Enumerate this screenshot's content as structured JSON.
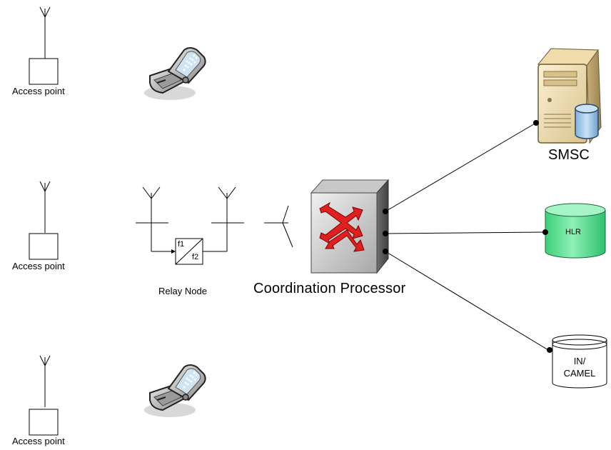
{
  "access_points": [
    {
      "label": "Access point"
    },
    {
      "label": "Access point"
    },
    {
      "label": "Access point"
    }
  ],
  "relay_node": {
    "label": "Relay Node",
    "filter_in": "f1",
    "filter_out": "f2"
  },
  "coordination_processor": {
    "label": "Coordination  Processor"
  },
  "smsc": {
    "label": "SMSC"
  },
  "hlr": {
    "label": "HLR"
  },
  "in_camel": {
    "line1": "IN/",
    "line2": "CAMEL"
  },
  "colors": {
    "hlr_fill": "#66e39a",
    "hlr_top": "#9af0bf",
    "server_body": "#f0e0b0",
    "server_shadow": "#c8b080",
    "switch_red": "#e02020",
    "switch_face": "#d8d8d8",
    "phone_body": "#b0b0b0",
    "phone_screen": "#cfe4f0",
    "database_blue": "#9fc8e8"
  }
}
